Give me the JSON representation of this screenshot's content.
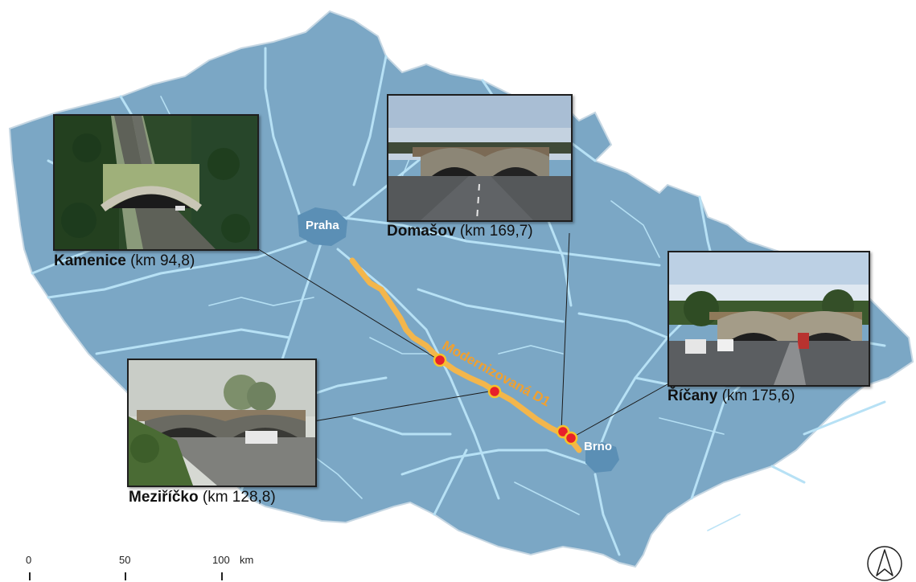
{
  "map": {
    "land_color": "#7ba7c5",
    "river_color": "#b7e1f5",
    "road_color": "#f3b64c",
    "marker_fill": "#e8202a",
    "marker_ring": "#f6c22a"
  },
  "cities": {
    "praha": "Praha",
    "brno": "Brno"
  },
  "road_label": "Modernizovaná D1",
  "sites": [
    {
      "name": "Kamenice",
      "km": "(km 94,8)"
    },
    {
      "name": "Meziříčko",
      "km": "(km 128,8)"
    },
    {
      "name": "Domašov",
      "km": "(km 169,7)"
    },
    {
      "name": "Říčany",
      "km": "(km 175,6)"
    }
  ],
  "scale": {
    "t0": "0",
    "t50": "50",
    "t100": "100",
    "unit": "km"
  }
}
